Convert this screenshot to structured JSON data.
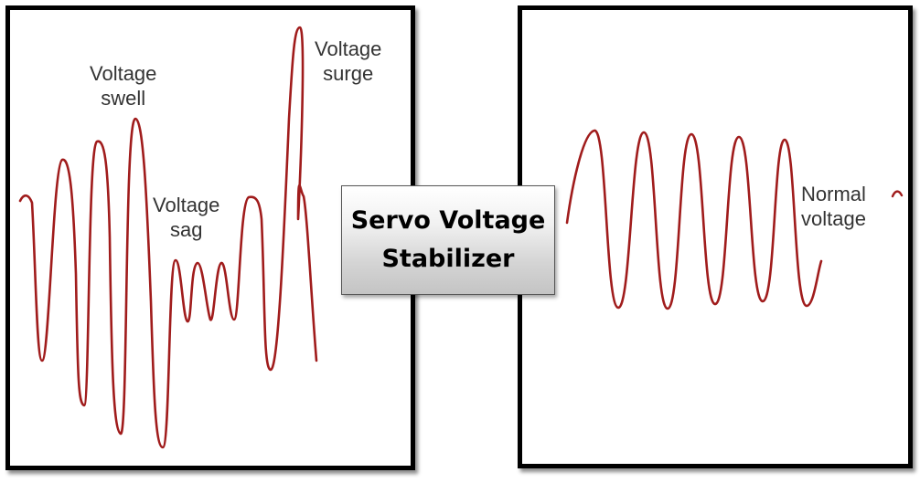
{
  "colors": {
    "wave": "#a01c1c",
    "border": "#000000",
    "label": "#333333"
  },
  "left_panel": {
    "labels": {
      "swell": {
        "line1": "Voltage",
        "line2": "swell"
      },
      "sag": {
        "line1": "Voltage",
        "line2": "sag"
      },
      "surge": {
        "line1": "Voltage",
        "line2": "surge"
      }
    }
  },
  "center": {
    "line1": "Servo Voltage",
    "line2": "Stabilizer"
  },
  "right_panel": {
    "label": {
      "line1": "Normal",
      "line2": "voltage"
    }
  }
}
